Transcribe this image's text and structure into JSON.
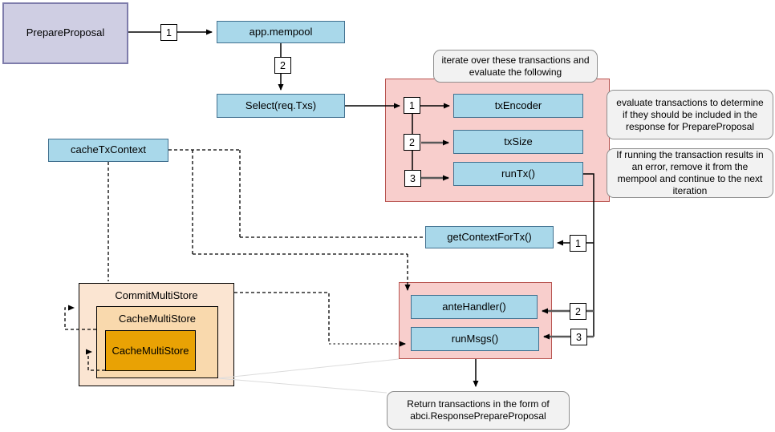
{
  "flow": {
    "prepare_proposal": "PrepareProposal",
    "app_mempool": "app.mempool",
    "select_txs": "Select(req.Txs)",
    "cache_tx_context": "cacheTxContext",
    "tx_encoder": "txEncoder",
    "tx_size": "txSize",
    "run_tx": "runTx()",
    "get_context_for_tx": "getContextForTx()",
    "ante_handler": "anteHandler()",
    "run_msgs": "runMsgs()"
  },
  "stores": {
    "commit_multi_store": "CommitMultiStore",
    "cache_multi_store_outer": "CacheMultiStore",
    "cache_multi_store_inner": "CacheMultiStore"
  },
  "badges": {
    "b1": "1",
    "b2": "2",
    "b3": "3"
  },
  "notes": {
    "iterate": "iterate over these transactions and evaluate the following",
    "evaluate": "evaluate transactions to determine if they should be included in the response for PrepareProposal",
    "on_error": "If running the transaction results in an error, remove it from the mempool and continue to the next iteration",
    "return": "Return transactions in the form of abci.ResponsePrepareProposal"
  },
  "palette": {
    "node_blue_fill": "#A9D8EA",
    "node_blue_border": "#41708F",
    "start_lavender_fill": "#CFCEE3",
    "start_lavender_border": "#7E7CAB",
    "group_pink_fill": "#F8CECC",
    "group_pink_border": "#B85450",
    "store_outer_fill": "#FBE5D2",
    "store_mid_fill": "#F9D9AD",
    "store_inner_fill": "#E9A204",
    "note_fill": "#F2F2F2"
  }
}
